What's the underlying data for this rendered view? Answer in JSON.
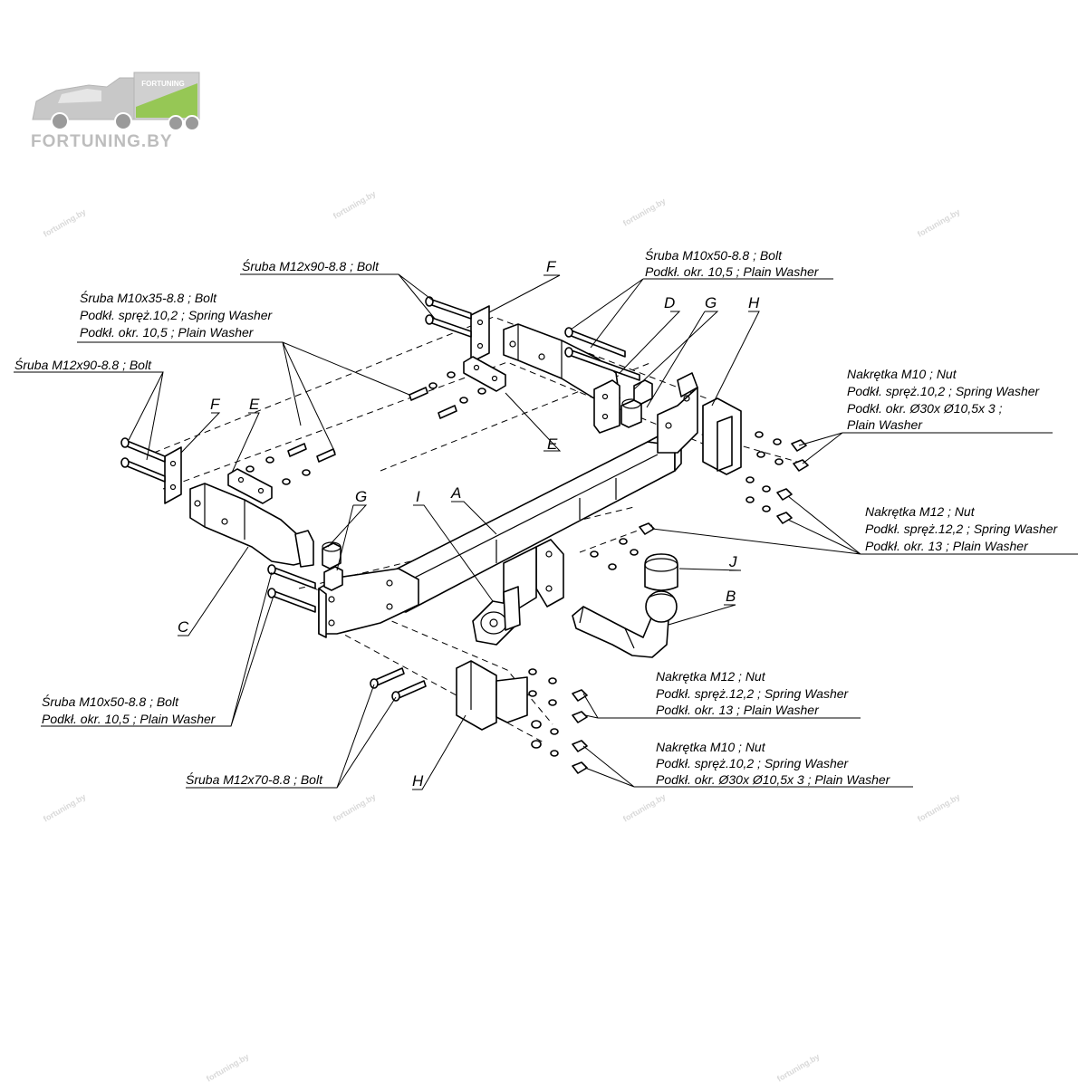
{
  "logo": {
    "brand": "FORTUNING",
    "site": "FORTUNING.BY"
  },
  "watermark": "fortuning.by",
  "colors": {
    "line": "#000000",
    "logo_green": "#8cc63f",
    "logo_grey": "#bdbdbd"
  },
  "part_letters": {
    "A": "A",
    "B": "B",
    "C": "C",
    "D": "D",
    "E1": "E",
    "E2": "E",
    "F1": "F",
    "F2": "F",
    "G1": "G",
    "G2": "G",
    "H1": "H",
    "H2": "H",
    "I": "I",
    "J": "J"
  },
  "callouts": {
    "top_center_bolt": [
      "Śruba M12x90-8.8 ;  Bolt"
    ],
    "left_top_group": [
      "Śruba M10x35-8.8 ;  Bolt",
      "Podkł. spręż.10,2 ; Spring Washer",
      "Podkł. okr. 10,5 ; Plain Washer"
    ],
    "left_bolt": [
      "Śruba M12x90-8.8 ;  Bolt"
    ],
    "right_top_group": [
      "Śruba M10x50-8.8 ;  Bolt",
      "Podkł. okr. 10,5 ; Plain Washer"
    ],
    "right_nut_m10": [
      "Nakrętka  M10 ; Nut",
      "Podkł. spręż.10,2 ; Spring Washer",
      "Podkł. okr.  Ø30x Ø10,5x 3 ;",
      "Plain Washer"
    ],
    "right_nut_m12": [
      "Nakrętka  M12 ; Nut",
      "Podkł. spręż.12,2 ; Spring Washer",
      "Podkł. okr. 13 ; Plain Washer"
    ],
    "bottom_left_group": [
      "Śruba M10x50-8.8 ;  Bolt",
      "Podkł. okr. 10,5 ; Plain Washer"
    ],
    "bottom_bolt": [
      "Śruba M12x70-8.8 ;  Bolt"
    ],
    "bottom_nut_m12": [
      "Nakrętka  M12 ; Nut",
      "Podkł. spręż.12,2 ; Spring Washer",
      "Podkł. okr. 13 ; Plain Washer"
    ],
    "bottom_nut_m10": [
      "Nakrętka  M10 ; Nut",
      "Podkł. spręż.10,2 ; Spring Washer",
      "Podkł. okr.  Ø30x Ø10,5x 3 ; Plain Washer"
    ]
  }
}
